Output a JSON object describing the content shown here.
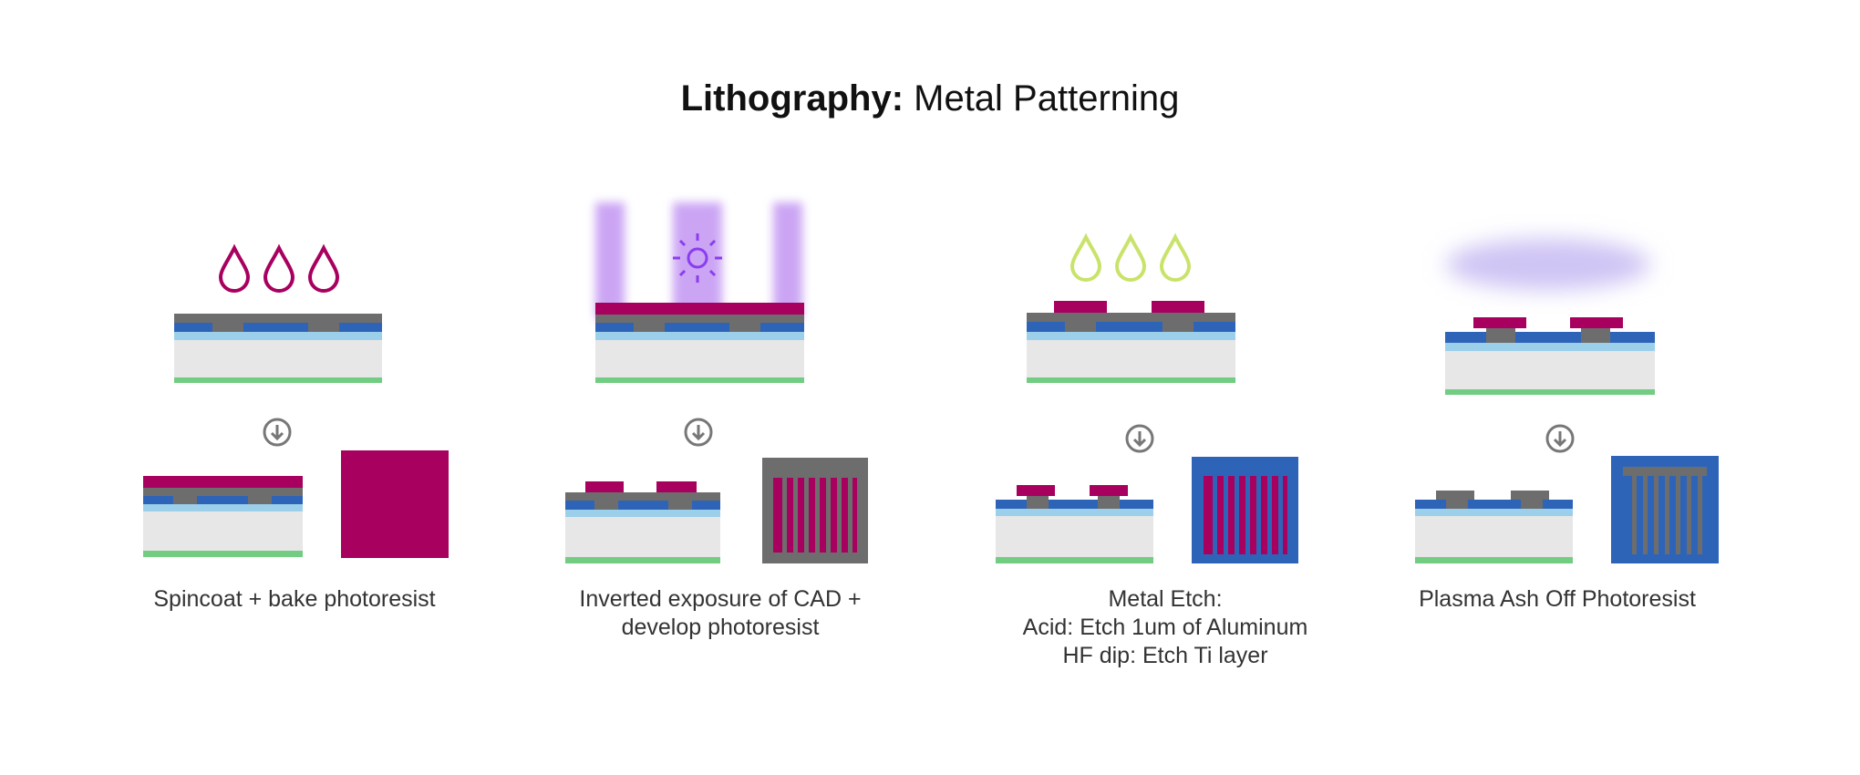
{
  "title": {
    "bold": "Lithography:",
    "rest": " Metal Patterning"
  },
  "steps": [
    {
      "caption": [
        "Spincoat + bake photoresist"
      ]
    },
    {
      "caption": [
        "Inverted exposure of CAD +",
        "develop photoresist"
      ]
    },
    {
      "caption": [
        "Metal Etch:",
        "Acid: Etch 1um of Aluminum",
        "HF dip: Etch Ti layer"
      ]
    },
    {
      "caption": [
        "Plasma Ash Off Photoresist"
      ]
    }
  ],
  "colors": {
    "photoresist": "#a8005f",
    "metal": "#6d6d6d",
    "blue_layer": "#2e64b8",
    "light_blue": "#9cd0ea",
    "substrate": "#e7e7e7",
    "green": "#72cc82",
    "uv_light": "#c69cf3",
    "sun_icon": "#8a3df0",
    "acid_drops": "#c9e36a",
    "plasma": "#cfc4f4",
    "arrow_icon": "#777777"
  }
}
